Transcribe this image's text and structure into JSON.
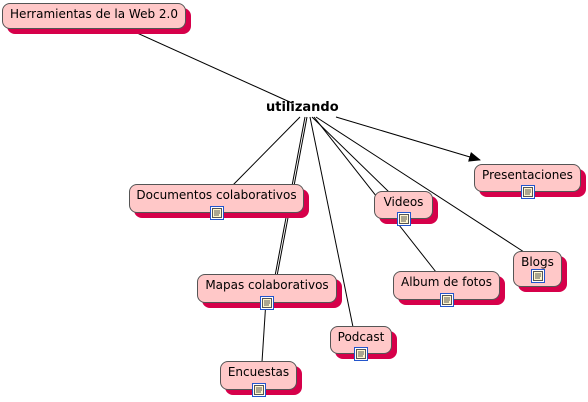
{
  "nodes": {
    "root": "Herramientas de la Web 2.0",
    "linking_phrase": "utilizando",
    "documentos": "Documentos colaborativos",
    "mapas": "Mapas colaborativos",
    "encuestas": "Encuestas",
    "podcast": "Podcast",
    "videos": "Videos",
    "album": "Album de fotos",
    "blogs": "Blogs",
    "presentaciones": "Presentaciones"
  },
  "colors": {
    "node_fill": "#ffc8c8",
    "node_shadow": "#d6004a",
    "node_border": "#555555",
    "line": "#000000"
  },
  "icons": {
    "attached_resource": "document-icon"
  }
}
